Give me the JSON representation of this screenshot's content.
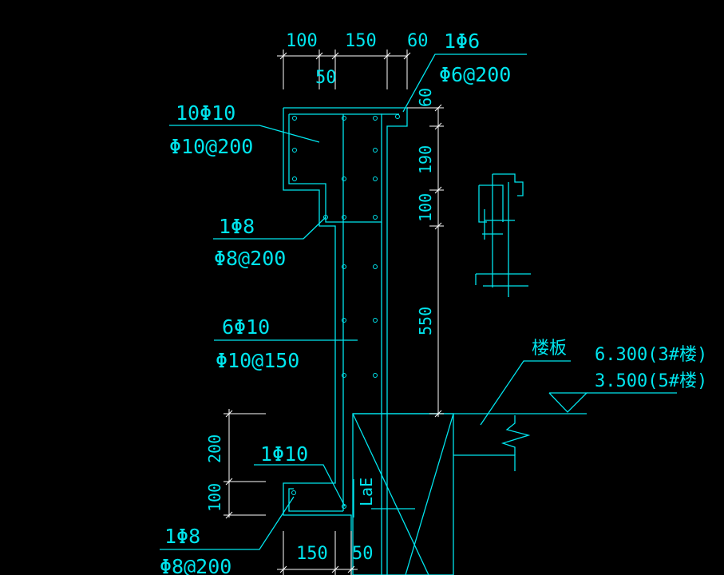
{
  "dimensions": {
    "top": [
      "100",
      "150",
      "60",
      "50"
    ],
    "right": [
      "60",
      "190",
      "100",
      "550"
    ],
    "left": [
      "200",
      "100"
    ],
    "bottom": [
      "150",
      "50"
    ]
  },
  "rebar_labels": {
    "r1_count": "1Φ6",
    "r1_spacing": "Φ6@200",
    "r2_count": "10Φ10",
    "r2_spacing": "Φ10@200",
    "r3_count": "1Φ8",
    "r3_spacing": "Φ8@200",
    "r4_count": "6Φ10",
    "r4_spacing": "Φ10@150",
    "r5_count": "1Φ10",
    "r6_count": "1Φ8",
    "r6_spacing": "Φ8@200"
  },
  "annotations": {
    "floor_slab": "楼板",
    "elevation_1": "6.300(3#楼)",
    "elevation_2": "3.500(5#楼)",
    "anchorage": "LaE"
  },
  "colors": {
    "line": "#00e5ee",
    "dimension": "#ffffff",
    "background": "#000000"
  }
}
